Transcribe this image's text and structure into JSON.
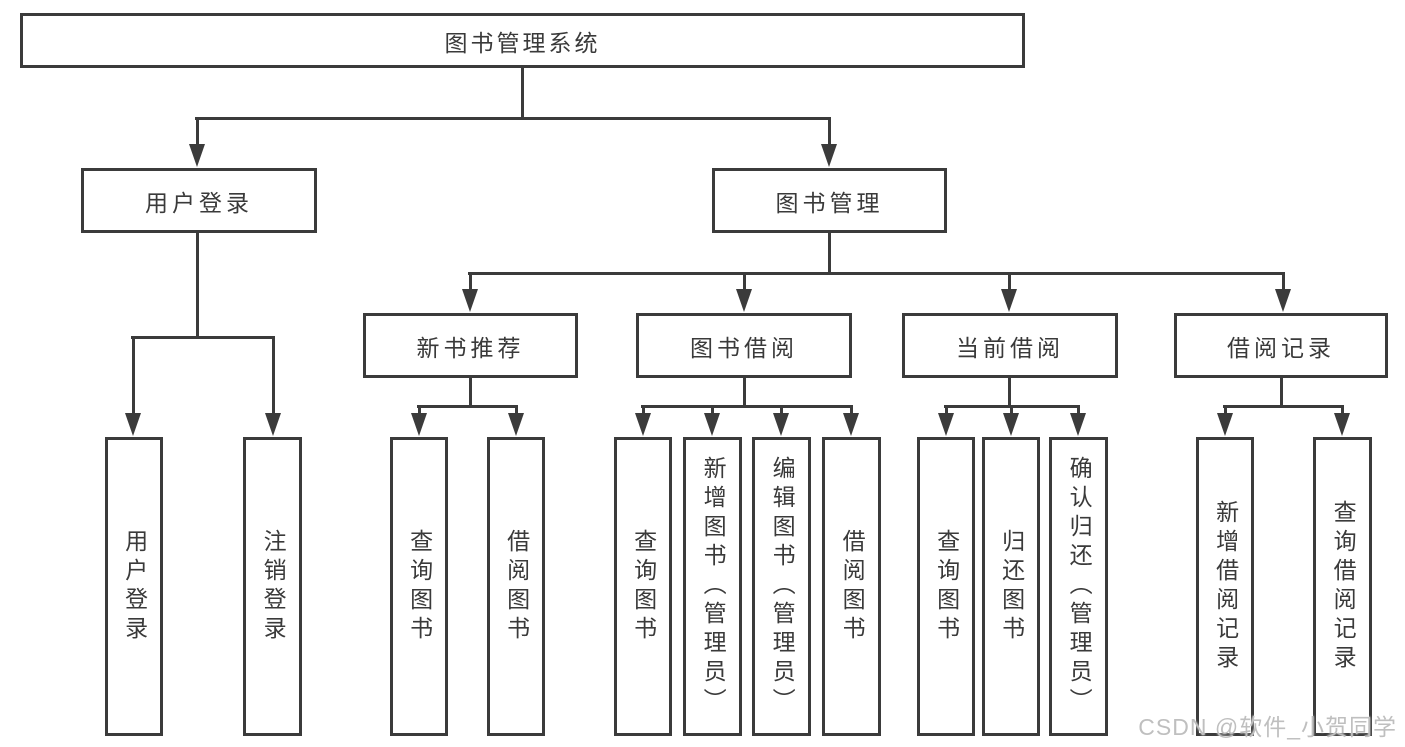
{
  "tree": {
    "label": "图书管理系统",
    "children": [
      {
        "label": "用户登录",
        "children": [
          {
            "label": "用户登录"
          },
          {
            "label": "注销登录"
          }
        ]
      },
      {
        "label": "图书管理",
        "children": [
          {
            "label": "新书推荐",
            "children": [
              {
                "label": "查询图书"
              },
              {
                "label": "借阅图书"
              }
            ]
          },
          {
            "label": "图书借阅",
            "children": [
              {
                "label": "查询图书"
              },
              {
                "label": "新增图书（管理员）"
              },
              {
                "label": "编辑图书（管理员）"
              },
              {
                "label": "借阅图书"
              }
            ]
          },
          {
            "label": "当前借阅",
            "children": [
              {
                "label": "查询图书"
              },
              {
                "label": "归还图书"
              },
              {
                "label": "确认归还（管理员）"
              }
            ]
          },
          {
            "label": "借阅记录",
            "children": [
              {
                "label": "新增借阅记录"
              },
              {
                "label": "查询借阅记录"
              }
            ]
          }
        ]
      }
    ]
  },
  "watermark": {
    "text": "CSDN @软件_小贺同学"
  },
  "colors": {
    "line": "#3b3b3b",
    "text": "#3a3a3a",
    "watermark": "#bfbfbf",
    "background": "#ffffff"
  }
}
